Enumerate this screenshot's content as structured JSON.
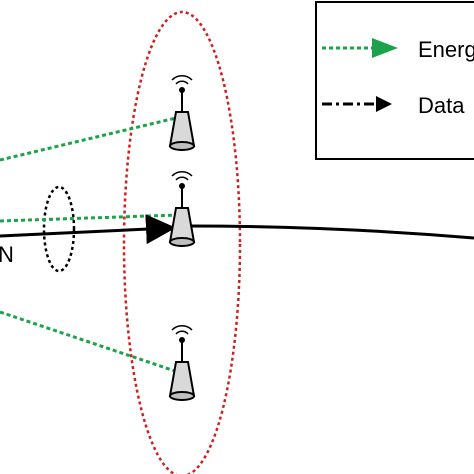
{
  "legend": {
    "items": [
      {
        "label": "Energ",
        "color": "#1aa34a",
        "style": "dotted-green-arrow"
      },
      {
        "label": "Data",
        "color": "#000000",
        "style": "dash-dot-black-arrow"
      }
    ]
  },
  "labels": {
    "left_node": "N"
  },
  "colors": {
    "energy": "#1aa34a",
    "data": "#000000",
    "cluster_ellipse": "#d11f1f",
    "antenna_body": "#d9d9d9"
  },
  "icons": [
    "antenna-tower-icon",
    "antenna-tower-icon",
    "antenna-tower-icon"
  ]
}
